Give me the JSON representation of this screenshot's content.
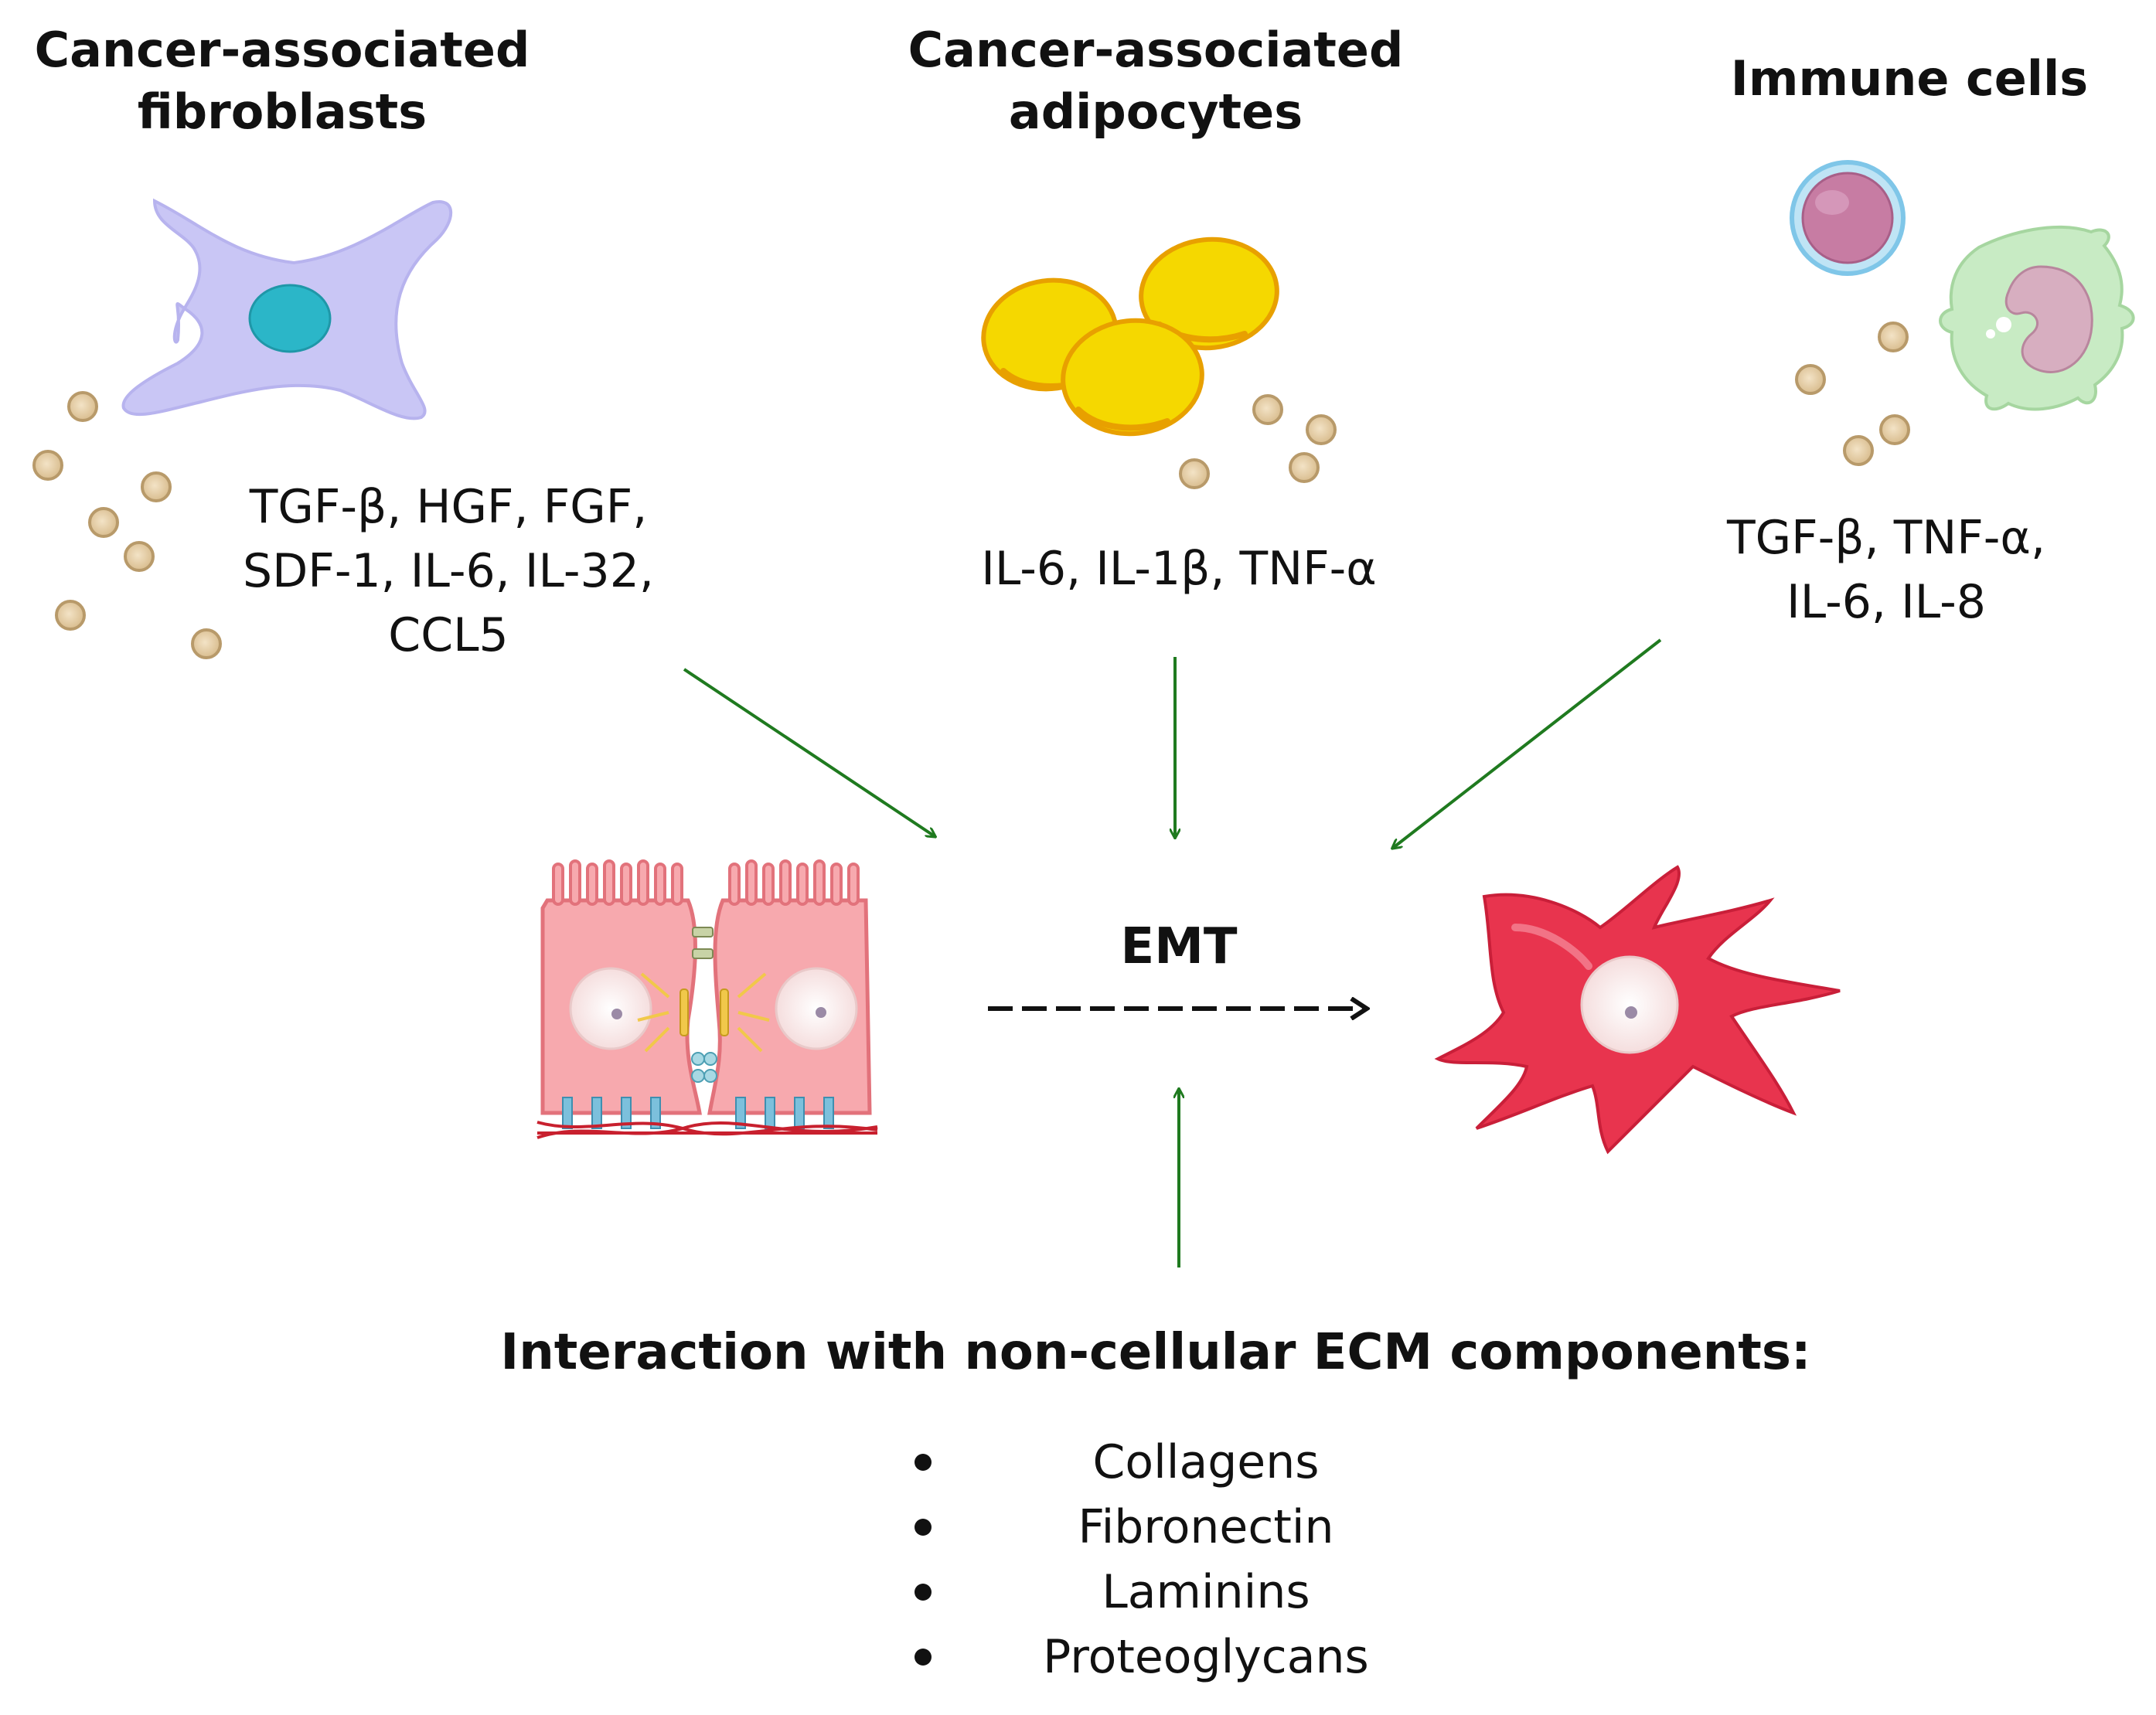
{
  "sources": [
    {
      "title_lines": [
        "Cancer-associated",
        "fibroblasts"
      ],
      "factor_lines": [
        "TGF-β, HGF, FGF,",
        "SDF-1, IL-6, IL-32,",
        "CCL5"
      ]
    },
    {
      "title_lines": [
        "Cancer-associated",
        "adipocytes"
      ],
      "factor_lines": [
        "IL-6, IL-1β, TNF-α"
      ]
    },
    {
      "title_lines": [
        "Immune cells"
      ],
      "factor_lines": [
        "TGF-β, TNF-α,",
        "IL-6, IL-8"
      ]
    }
  ],
  "center": {
    "label": "EMT"
  },
  "ecm": {
    "title": "Interaction with non-cellular ECM components:",
    "items": [
      "Collagens",
      "Fibronectin",
      "Laminins",
      "Proteoglycans"
    ]
  },
  "colors": {
    "arrow_green": "#1f7a1f",
    "fibroblast": "#c9c6f5",
    "fibroblast_nucleus": "#2bb6c8",
    "adipocyte": "#f5d800",
    "adipocyte_edge": "#e8a000",
    "vesicle": "#e8d4b0",
    "vesicle_edge": "#b89a6a",
    "epithelial": "#f7a9ae",
    "mesenchymal": "#e8344e",
    "lymphocyte": "#c77ca3",
    "macrophage": "#c8ebc4"
  }
}
